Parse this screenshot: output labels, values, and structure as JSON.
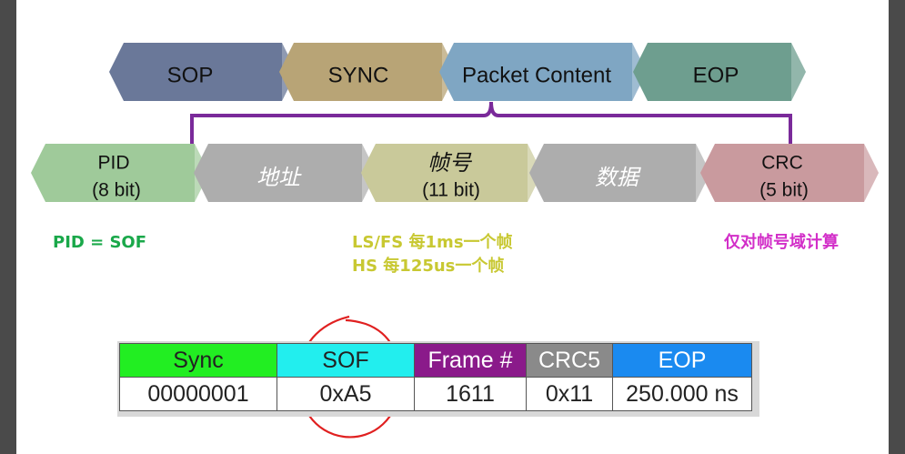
{
  "packet_row": [
    {
      "label": "SOP",
      "color": "#6a7899"
    },
    {
      "label": "SYNC",
      "color": "#b8a476"
    },
    {
      "label": "Packet Content",
      "color": "#7fa6c3"
    },
    {
      "label": "EOP",
      "color": "#6e9e8f"
    }
  ],
  "field_row": [
    {
      "line1": "PID",
      "line2": "(8 bit)",
      "color": "#9fca9a",
      "italic": false
    },
    {
      "line1": "地址",
      "line2": "",
      "color": "#adadad",
      "italic": true
    },
    {
      "line1": "帧号",
      "line2": "(11 bit)",
      "color": "#c9c99a",
      "italic": true
    },
    {
      "line1": "数据",
      "line2": "",
      "color": "#adadad",
      "italic": true
    },
    {
      "line1": "CRC",
      "line2": "(5 bit)",
      "color": "#c99a9e",
      "italic": false
    }
  ],
  "notes": {
    "pid": {
      "text": "PID = SOF",
      "color": "#1aa84a"
    },
    "frame_line1": {
      "text": "LS/FS 每1ms一个帧",
      "color": "#c8c832"
    },
    "frame_line2": {
      "text": "HS 每125us一个帧",
      "color": "#c8c832"
    },
    "crc": {
      "text": "仅对帧号域计算",
      "color": "#d22ec8"
    }
  },
  "sof_table": {
    "headers": [
      {
        "label": "Sync",
        "bg": "#22ee22"
      },
      {
        "label": "SOF",
        "bg": "#22eeee"
      },
      {
        "label": "Frame #",
        "bg": "#8a1a8a",
        "fg": "#ffffff"
      },
      {
        "label": "CRC5",
        "bg": "#8a8a8a",
        "fg": "#ffffff"
      },
      {
        "label": "EOP",
        "bg": "#1a8af0",
        "fg": "#ffffff"
      }
    ],
    "values": [
      "00000001",
      "0xA5",
      "1611",
      "0x11",
      "250.000 ns"
    ]
  },
  "colors": {
    "bracket": "#7a2a9a",
    "highlight_circle": "#e02020"
  }
}
